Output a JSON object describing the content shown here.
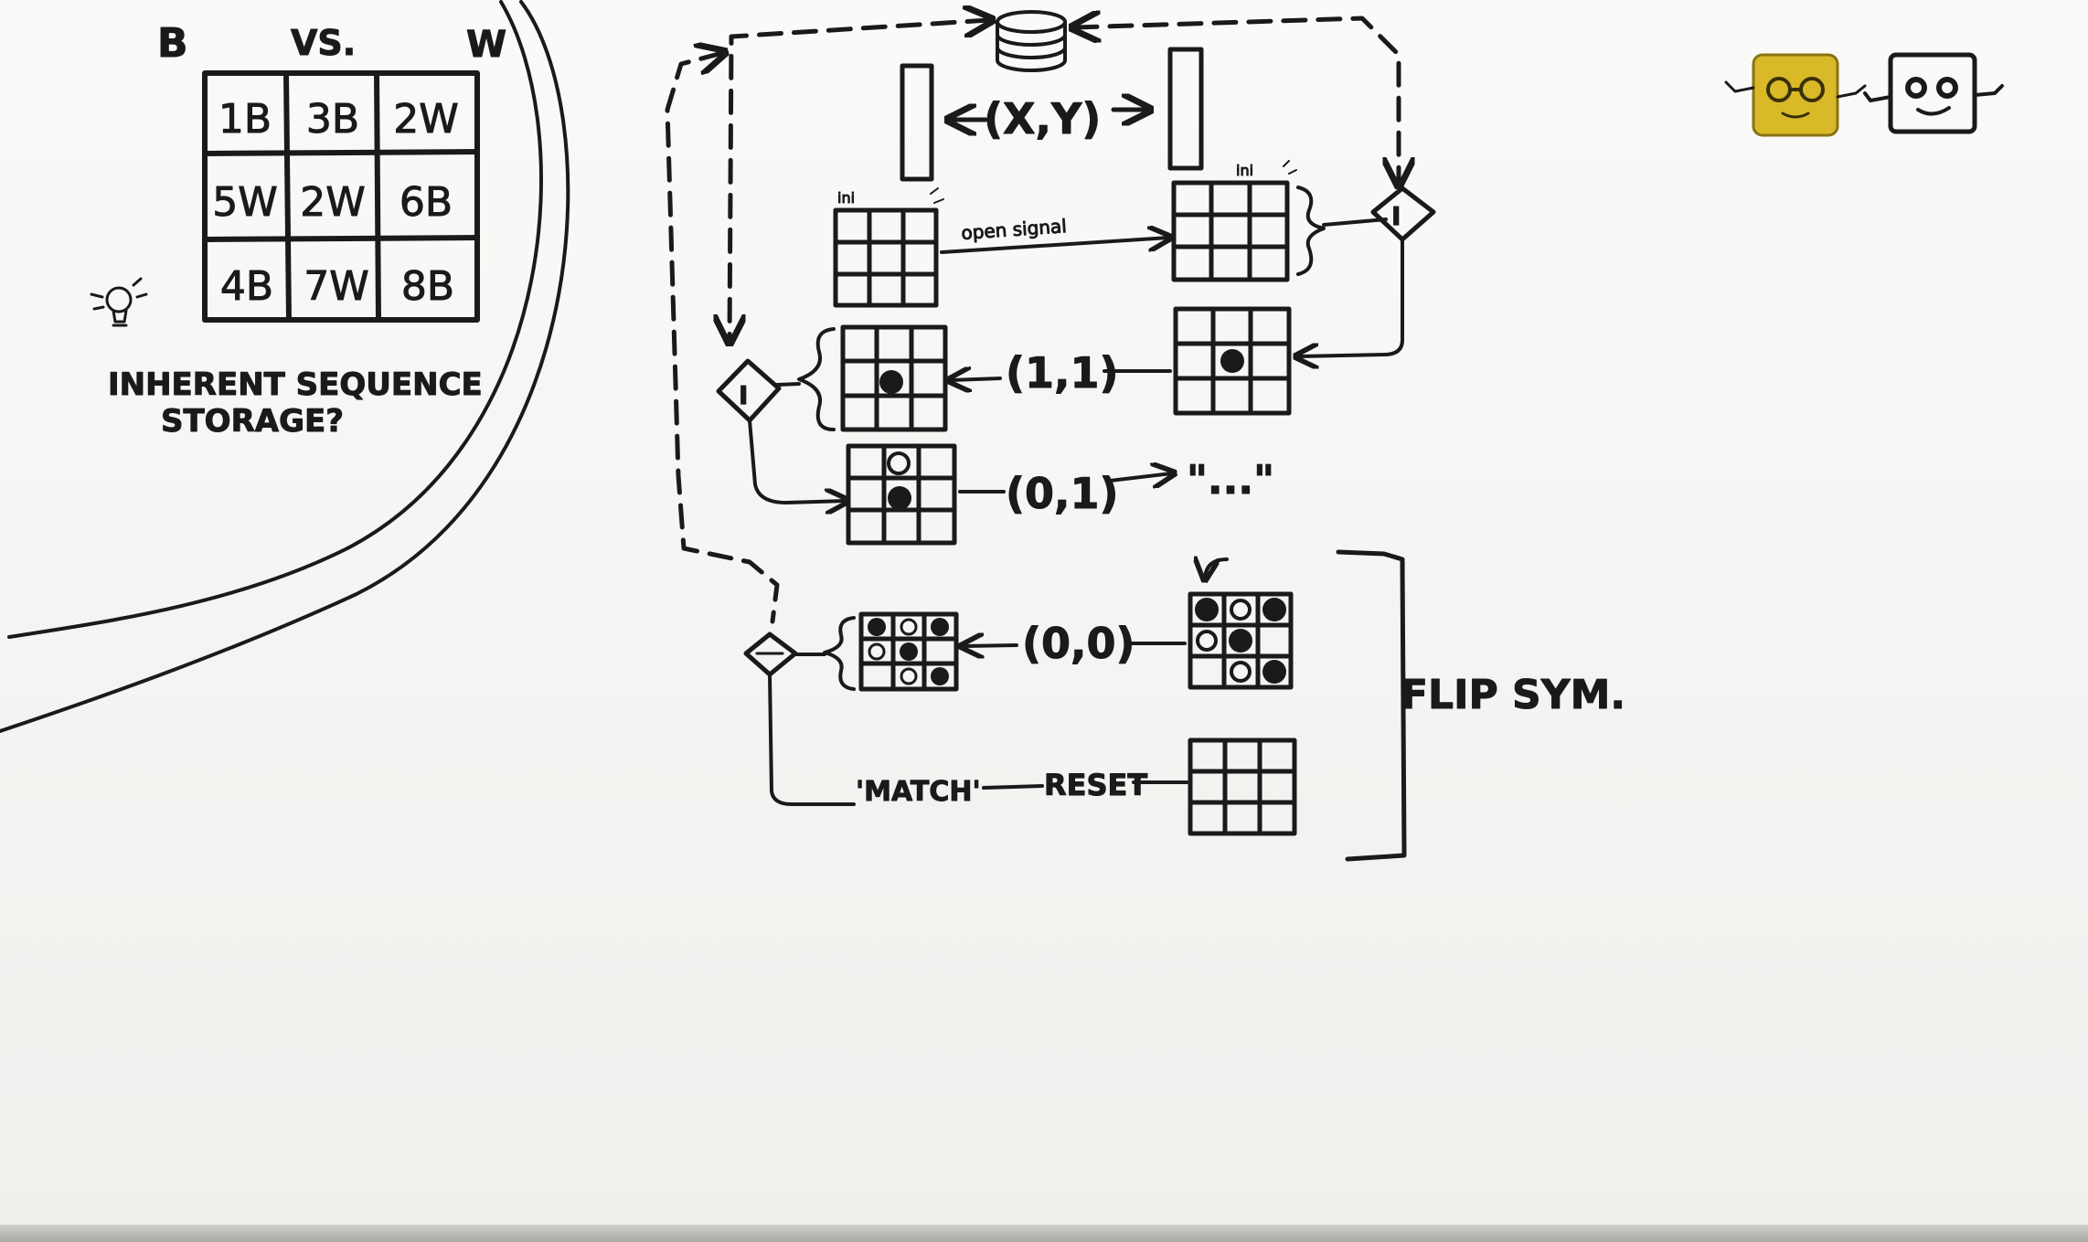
{
  "header": {
    "player_black": "B",
    "versus": "VS.",
    "player_white": "W"
  },
  "sequence_grid": {
    "cells": [
      "1B",
      "3B",
      "2W",
      "5W",
      "2W",
      "6B",
      "4B",
      "7W",
      "8B"
    ]
  },
  "note": {
    "line1": "INHERENT SEQUENCE",
    "line2": "STORAGE?"
  },
  "flow": {
    "xy_label": "(X,Y)",
    "open_signal": "open signal",
    "msg_1_1": "(1,1)",
    "msg_0_1": "(0,1)",
    "ellipsis": "\"...\"",
    "msg_0_0": "(0,0)",
    "match": "'MATCH'",
    "reset": "RESET",
    "ini_left": "ini",
    "ini_right": "ini",
    "decision_symbol": "I"
  },
  "bracket_label": "FLIP SYM.",
  "colors": {
    "ink": "#1a1a1a",
    "board": "#f6f6f4",
    "magnet": "#d9b928"
  },
  "icons": [
    "lightbulb-icon",
    "database-icon",
    "yellow-magnet-mascot-icon",
    "black-outline-mascot-icon"
  ]
}
